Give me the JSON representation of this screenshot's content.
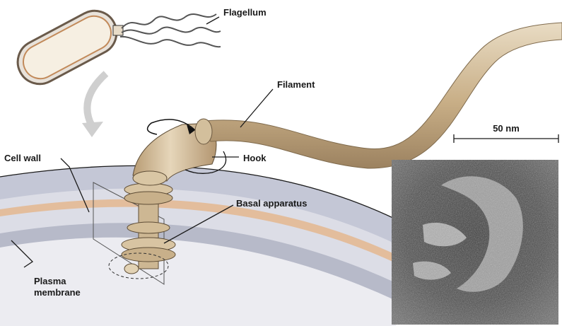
{
  "labels": {
    "flagellum": "Flagellum",
    "filament": "Filament",
    "hook": "Hook",
    "cell_wall": "Cell wall",
    "basal_apparatus": "Basal apparatus",
    "plasma_membrane_line1": "Plasma",
    "plasma_membrane_line2": "membrane"
  },
  "scale_bar": {
    "label": "50 nm"
  },
  "colors": {
    "filament": "#c9b08a",
    "filament_light": "#e8d8bc",
    "cell_envelope": "#b9bccb",
    "peptidoglycan": "#e3bfa0",
    "cytoplasm": "#eeeef2",
    "micrograph_bg": "#2e2e2e"
  }
}
